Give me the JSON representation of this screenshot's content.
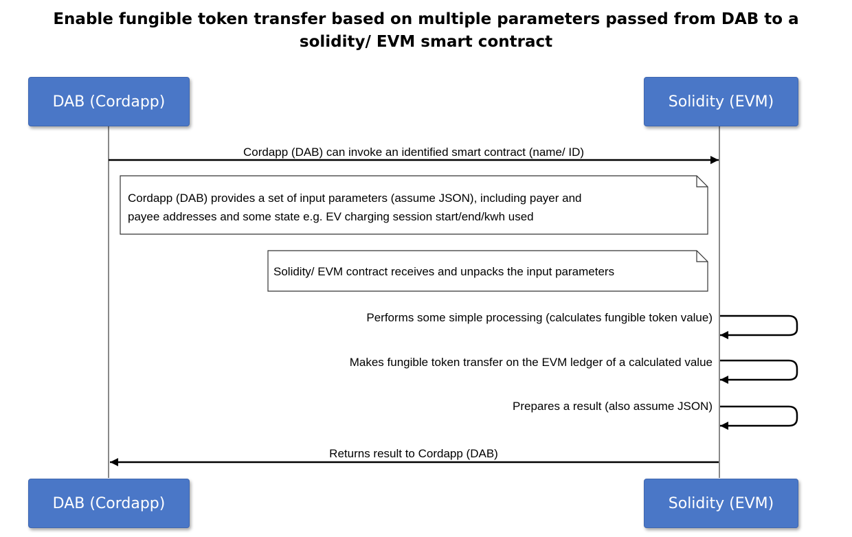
{
  "title": {
    "line1": "Enable fungible token transfer based on multiple parameters passed from DAB to a",
    "line2": "solidity/ EVM smart contract"
  },
  "participants": {
    "left": "DAB (Cordapp)",
    "right": "Solidity (EVM)"
  },
  "messages": {
    "invoke": "Cordapp (DAB) can invoke an identified smart contract (name/ ID)",
    "processing": "Performs some simple processing (calculates fungible token value)",
    "transfer": "Makes fungible token transfer on the EVM ledger of a calculated value",
    "result": "Prepares a result (also assume JSON)",
    "return": "Returns result to Cordapp (DAB)"
  },
  "notes": {
    "params_line1": "Cordapp (DAB) provides a set of input parameters (assume JSON), including payer and",
    "params_line2": "payee addresses and some state e.g. EV charging session start/end/kwh used",
    "unpack": "Solidity/ EVM contract receives and unpacks the input parameters"
  },
  "colors": {
    "actor_fill": "#4a77c7",
    "actor_text": "#ffffff",
    "lifeline": "#888888",
    "arrow": "#000000"
  }
}
